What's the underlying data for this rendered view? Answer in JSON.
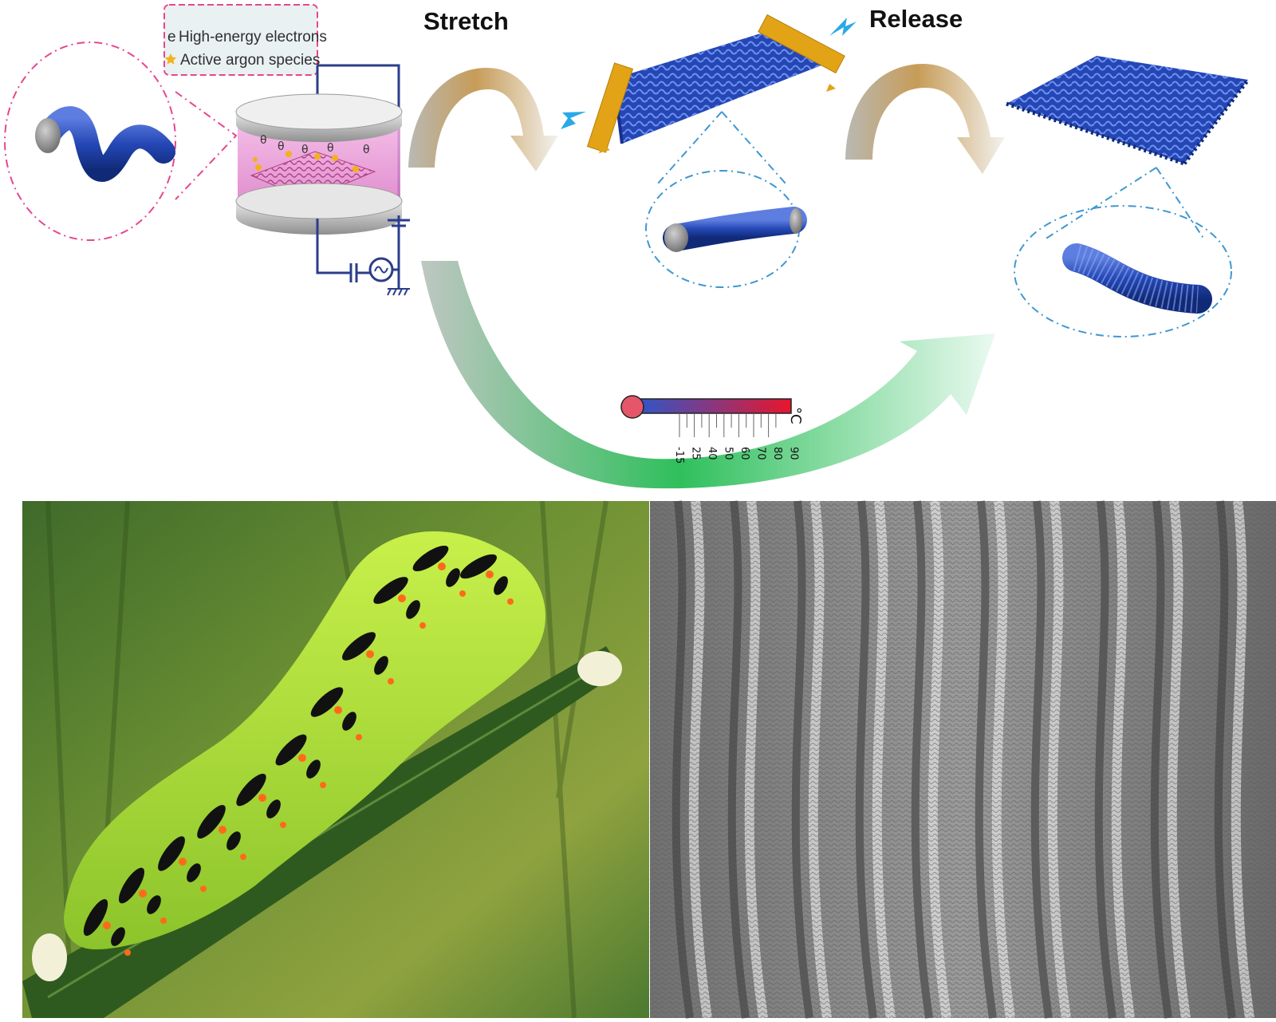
{
  "legend": {
    "electron_symbol": "e",
    "electrons_label": "High-energy electrons",
    "argon_label": "Active argon species"
  },
  "labels": {
    "stretch": "Stretch",
    "release": "Release",
    "unit": "°C"
  },
  "thermometer": {
    "ticks": [
      "-15",
      "25",
      "40",
      "50",
      "60",
      "70",
      "80",
      "90"
    ],
    "gradient_start": "#2f56c9",
    "gradient_end": "#e8152c"
  },
  "colors": {
    "fiber_blue": "#2447b5",
    "plasma_pink": "#e88fd2",
    "clamp_gold": "#e2a416",
    "arrow_gold": "#c9a060",
    "arrow_green": "#2fbf5c",
    "legend_border": "#e8468f",
    "dash_pink": "#e8468f",
    "dash_blue": "#3e97d1",
    "pull_arrow": "#29a9e8"
  },
  "icons": {
    "reactor": "plasma-reactor-icon",
    "caterpillar": "caterpillar-photo",
    "sem": "sem-wrinkle-photo"
  }
}
